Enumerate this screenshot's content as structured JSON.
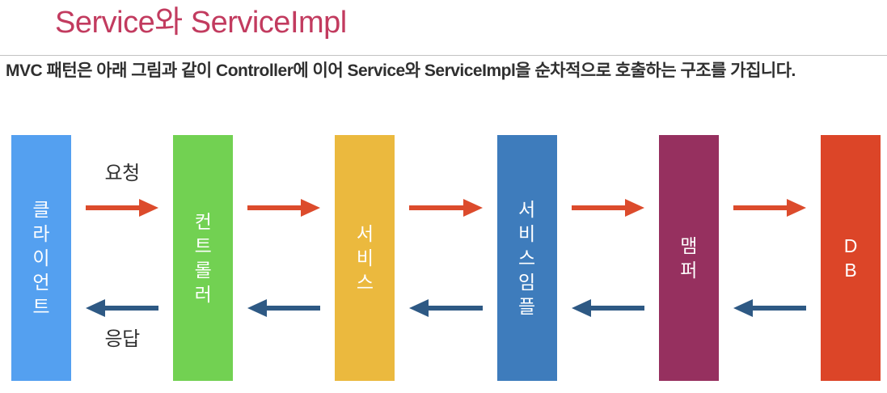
{
  "header": {
    "title": "Service와 ServiceImpl"
  },
  "intro": {
    "text": "MVC 패턴은 아래 그림과 같이 Controller에 이어 Service와 ServiceImpl을 순차적으로 호출하는 구조를 가집니다."
  },
  "colors": {
    "title_text": "#c23b5f",
    "divider": "#c3c3c3",
    "body_text": "#2f2f2f",
    "request_arrow": "#dc4b2c",
    "response_arrow": "#2e5984",
    "bar_text": "#ffffff"
  },
  "diagram": {
    "nodes": [
      {
        "id": "client",
        "label": "클라이언트",
        "color": "#54a0f0"
      },
      {
        "id": "controller",
        "label": "컨트롤러",
        "color": "#72d152"
      },
      {
        "id": "service",
        "label": "서비스",
        "color": "#ebb93e"
      },
      {
        "id": "service-impl",
        "label": "서비스임플",
        "color": "#3e7cbc"
      },
      {
        "id": "mapper",
        "label": "맴퍼",
        "color": "#96305f"
      },
      {
        "id": "db",
        "label": "DB",
        "color": "#dc4528"
      }
    ],
    "request_label": "요청",
    "response_label": "응답",
    "request_direction": "right",
    "response_direction": "left"
  }
}
